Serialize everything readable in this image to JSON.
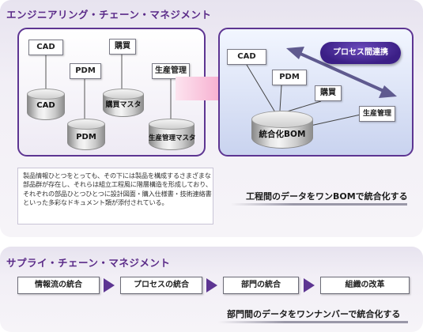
{
  "ecm": {
    "title": "エンジニアリング・チェーン・マネジメント",
    "left": {
      "labels": {
        "cad": "CAD",
        "kobai": "購買",
        "pdm": "PDM",
        "seisan": "生産管理"
      },
      "cylinders": {
        "cad": "CAD",
        "kobai": "購買マスタ",
        "pdm": "PDM",
        "seisan": "生産管理マスタ"
      }
    },
    "right": {
      "pill": "プロセス間連携",
      "labels": {
        "cad": "CAD",
        "pdm": "PDM",
        "kobai": "購買",
        "seisan": "生産管理"
      },
      "cylinder": "統合化BOM"
    },
    "description": [
      "製品情報ひとつをとっても、その下には製品を構成するさまざまな",
      "部品群が存在し、それらは組立工程風に階層構造を形成しており、",
      "それぞれの部品ひとつひとつに設計図面・購入仕様書・技術連絡書",
      "といった多彩なドキュメント類が添付されている。"
    ],
    "caption": "工程間のデータをワンBOMで統合化する"
  },
  "scm": {
    "title": "サプライ・チェーン・マネジメント",
    "steps": [
      "情報流の統合",
      "プロセスの統合",
      "部門の統合",
      "組織の改革"
    ],
    "caption": "部門間のデータをワンナンバーで統合化する"
  },
  "colors": {
    "accent": "#5a2a88",
    "border": "#5d3592",
    "pill": "#3b1f86",
    "arrow": "#f5a8c8"
  }
}
